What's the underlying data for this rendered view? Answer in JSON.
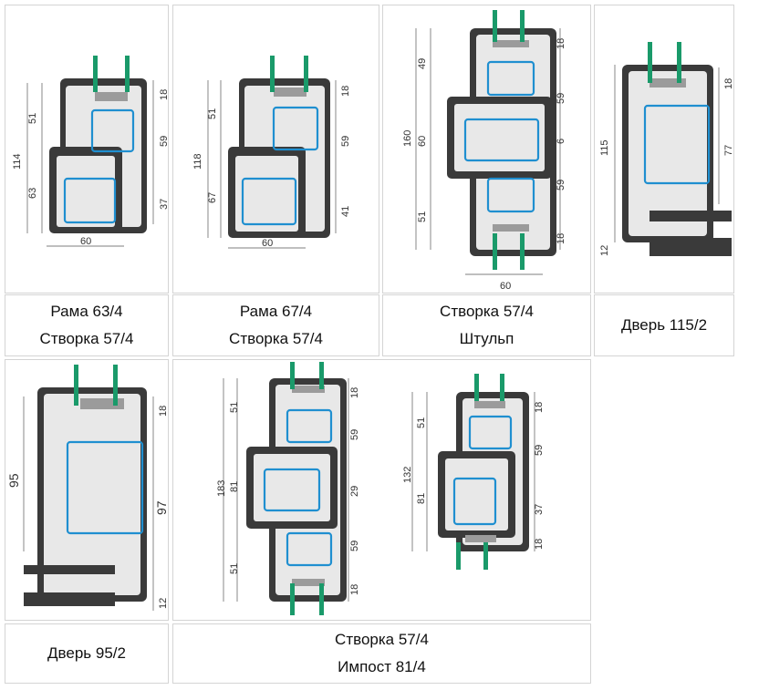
{
  "diagrams": [
    {
      "id": "rama-63",
      "caption": [
        "Рама 63/4",
        "Створка 57/4"
      ],
      "dims_left": [
        "114",
        "51",
        "63"
      ],
      "dims_right": [
        "18",
        "59",
        "37"
      ],
      "dims_bottom": [
        "60"
      ]
    },
    {
      "id": "rama-67",
      "caption": [
        "Рама 67/4",
        "Створка 57/4"
      ],
      "dims_left": [
        "118",
        "51",
        "67"
      ],
      "dims_right": [
        "18",
        "59",
        "41"
      ],
      "dims_bottom": [
        "60"
      ]
    },
    {
      "id": "shtulp",
      "caption": [
        "Створка 57/4",
        "Штульп"
      ],
      "dims_left": [
        "160",
        "49",
        "60",
        "51"
      ],
      "dims_right": [
        "18",
        "59",
        "6",
        "59",
        "18"
      ],
      "dims_bottom": [
        "60"
      ]
    },
    {
      "id": "dver-115",
      "caption": [
        "Дверь 115/2"
      ],
      "dims_left": [
        "115",
        "12"
      ],
      "dims_right": [
        "18",
        "77"
      ]
    },
    {
      "id": "dver-95",
      "caption": [
        "Дверь 95/2"
      ],
      "dims_left": [
        "95"
      ],
      "dims_right": [
        "18",
        "97",
        "12"
      ]
    },
    {
      "id": "impost-81-a",
      "dims_left": [
        "51",
        "183",
        "81",
        "51"
      ],
      "dims_right": [
        "18",
        "59",
        "29",
        "59",
        "18"
      ]
    },
    {
      "id": "impost-81-b",
      "dims_left": [
        "51",
        "132",
        "81"
      ],
      "dims_right": [
        "18",
        "59",
        "37",
        "18"
      ]
    }
  ],
  "shared_caption": [
    "Створка 57/4",
    "Импост 81/4"
  ],
  "colors": {
    "profile": "#3a3a3a",
    "reinforcement": "#1f8fd0",
    "glass_bead": "#1a9a6a",
    "border": "#d4d4d4"
  }
}
